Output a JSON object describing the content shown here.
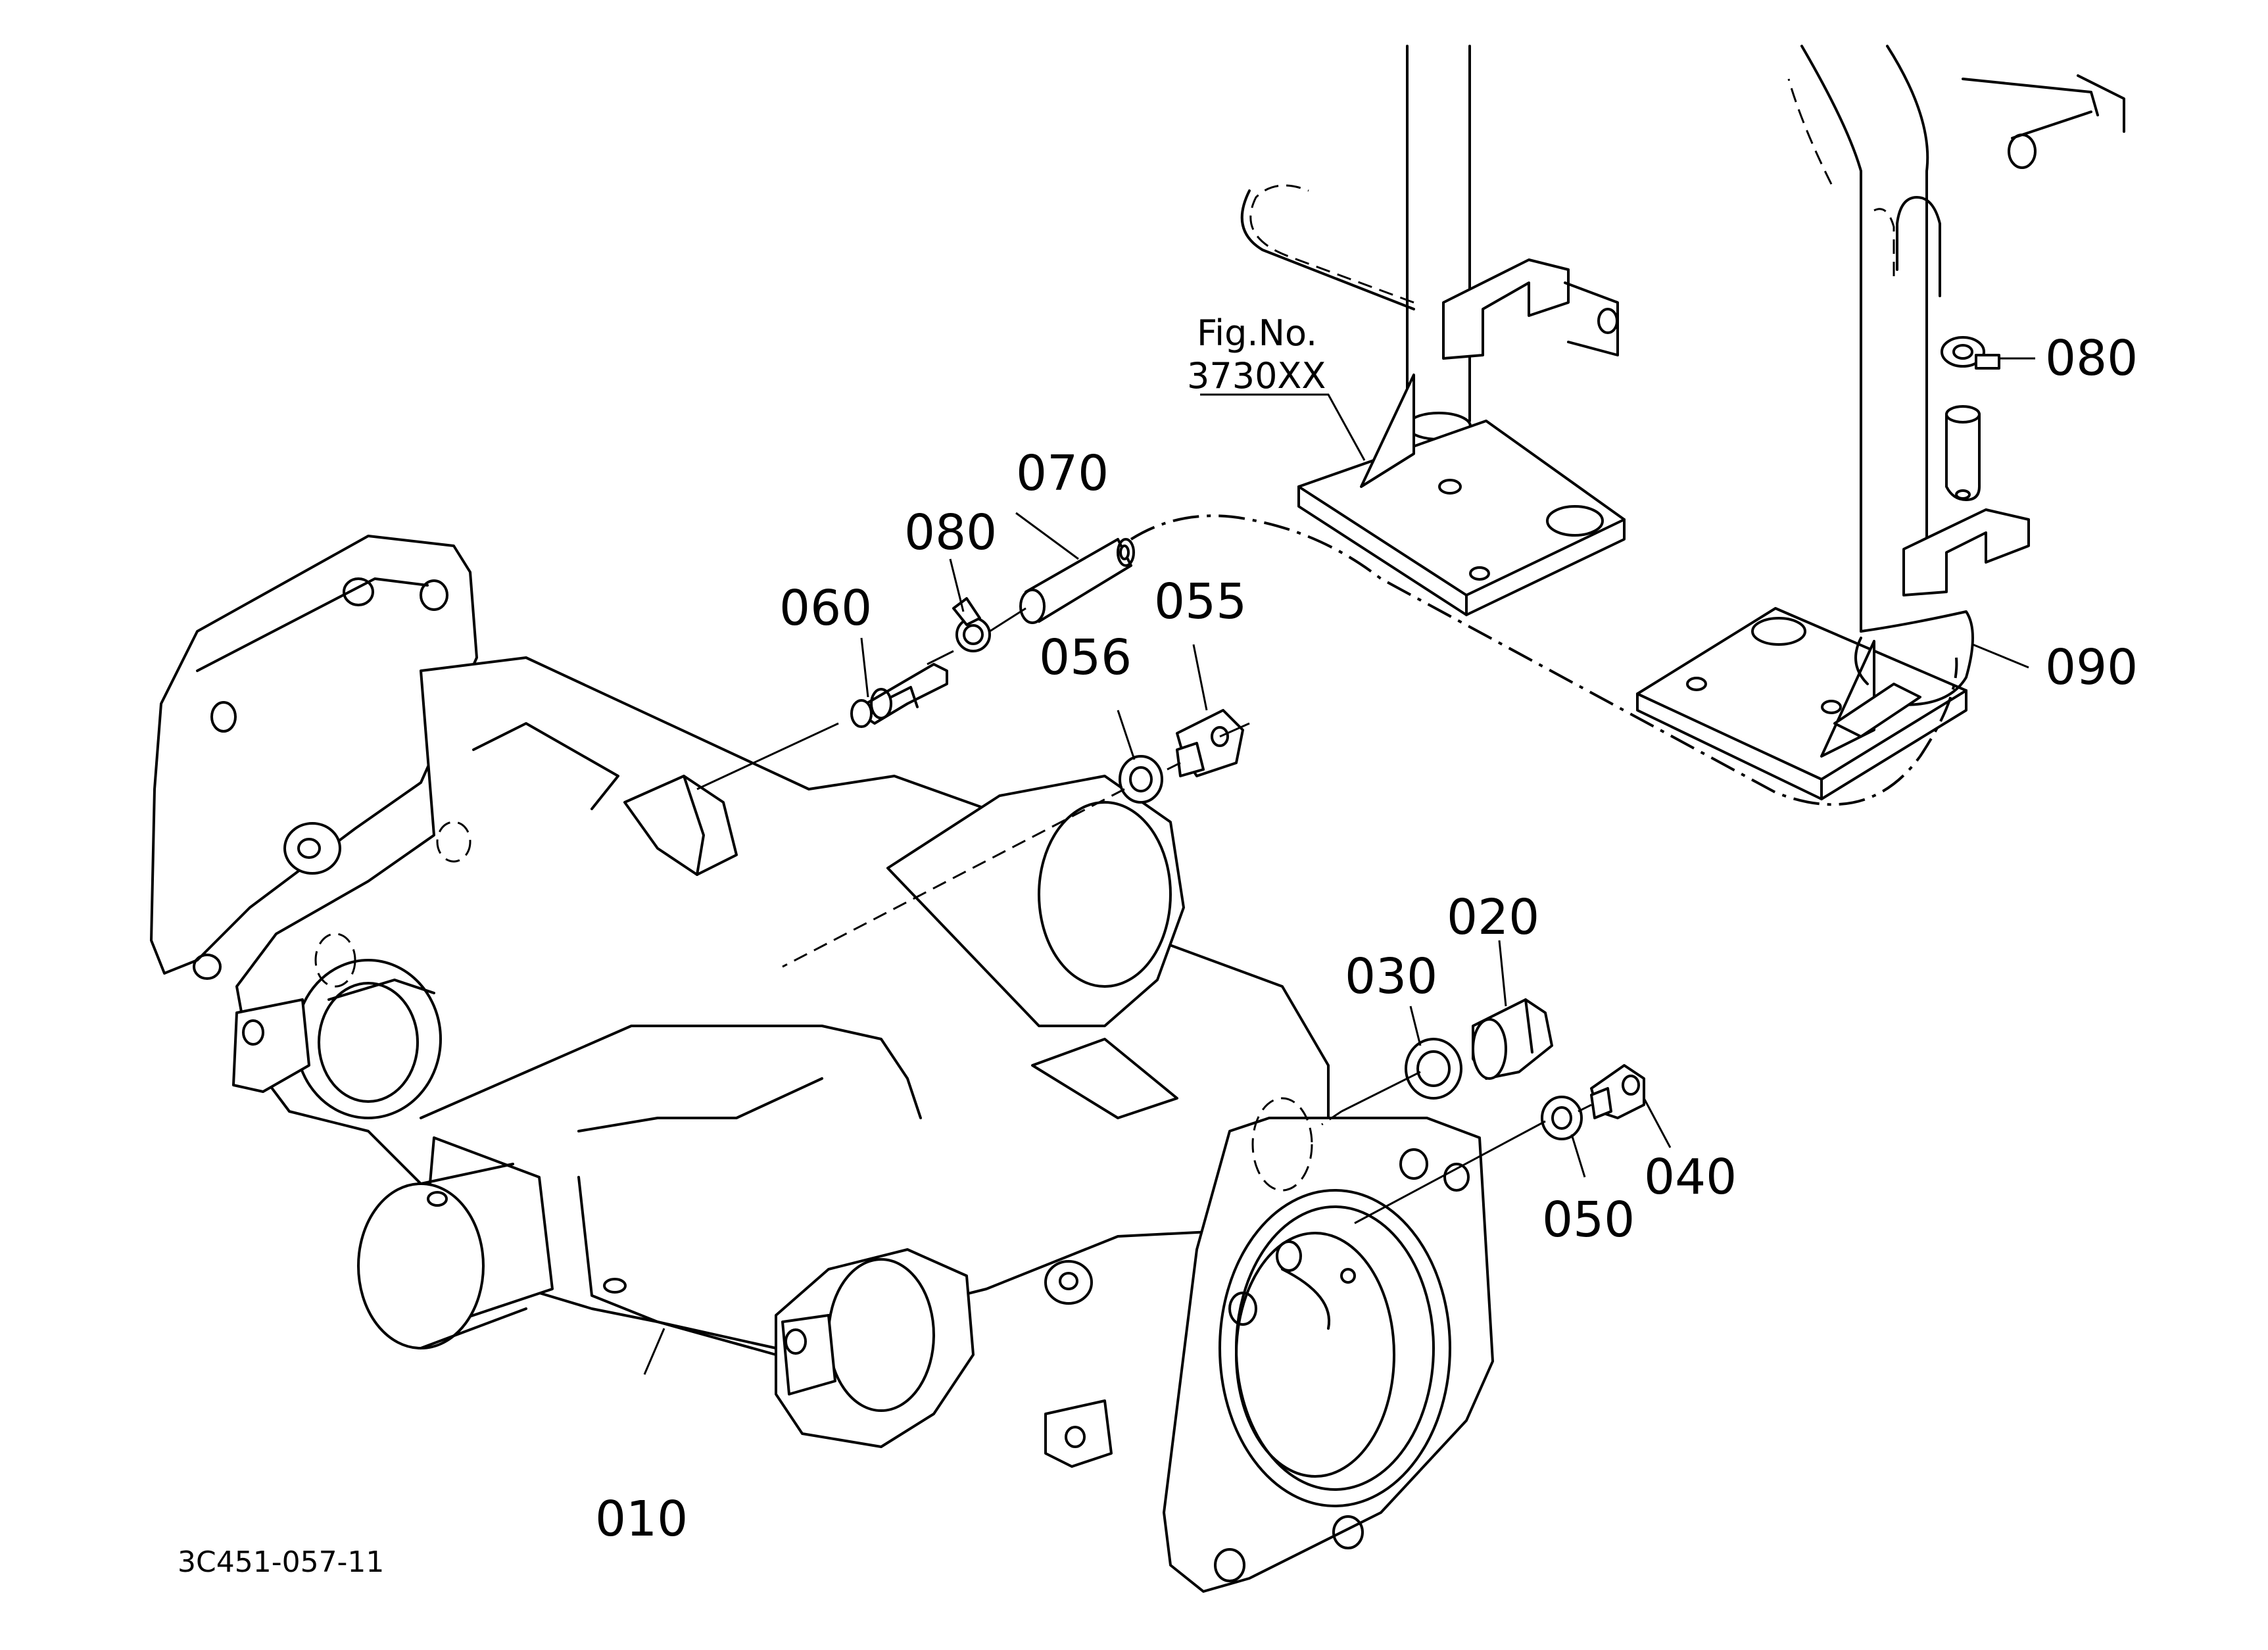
{
  "diagram": {
    "drawing_code": "3C451-057-11",
    "reference": {
      "line1": "Fig.No.",
      "line2": "3730XX"
    },
    "parts": [
      {
        "id": "p010",
        "label": "010"
      },
      {
        "id": "p020",
        "label": "020"
      },
      {
        "id": "p030",
        "label": "030"
      },
      {
        "id": "p040",
        "label": "040"
      },
      {
        "id": "p050",
        "label": "050"
      },
      {
        "id": "p055",
        "label": "055"
      },
      {
        "id": "p056",
        "label": "056"
      },
      {
        "id": "p060",
        "label": "060"
      },
      {
        "id": "p070",
        "label": "070"
      },
      {
        "id": "p080a",
        "label": "080"
      },
      {
        "id": "p080b",
        "label": "080"
      },
      {
        "id": "p090",
        "label": "090"
      }
    ]
  }
}
